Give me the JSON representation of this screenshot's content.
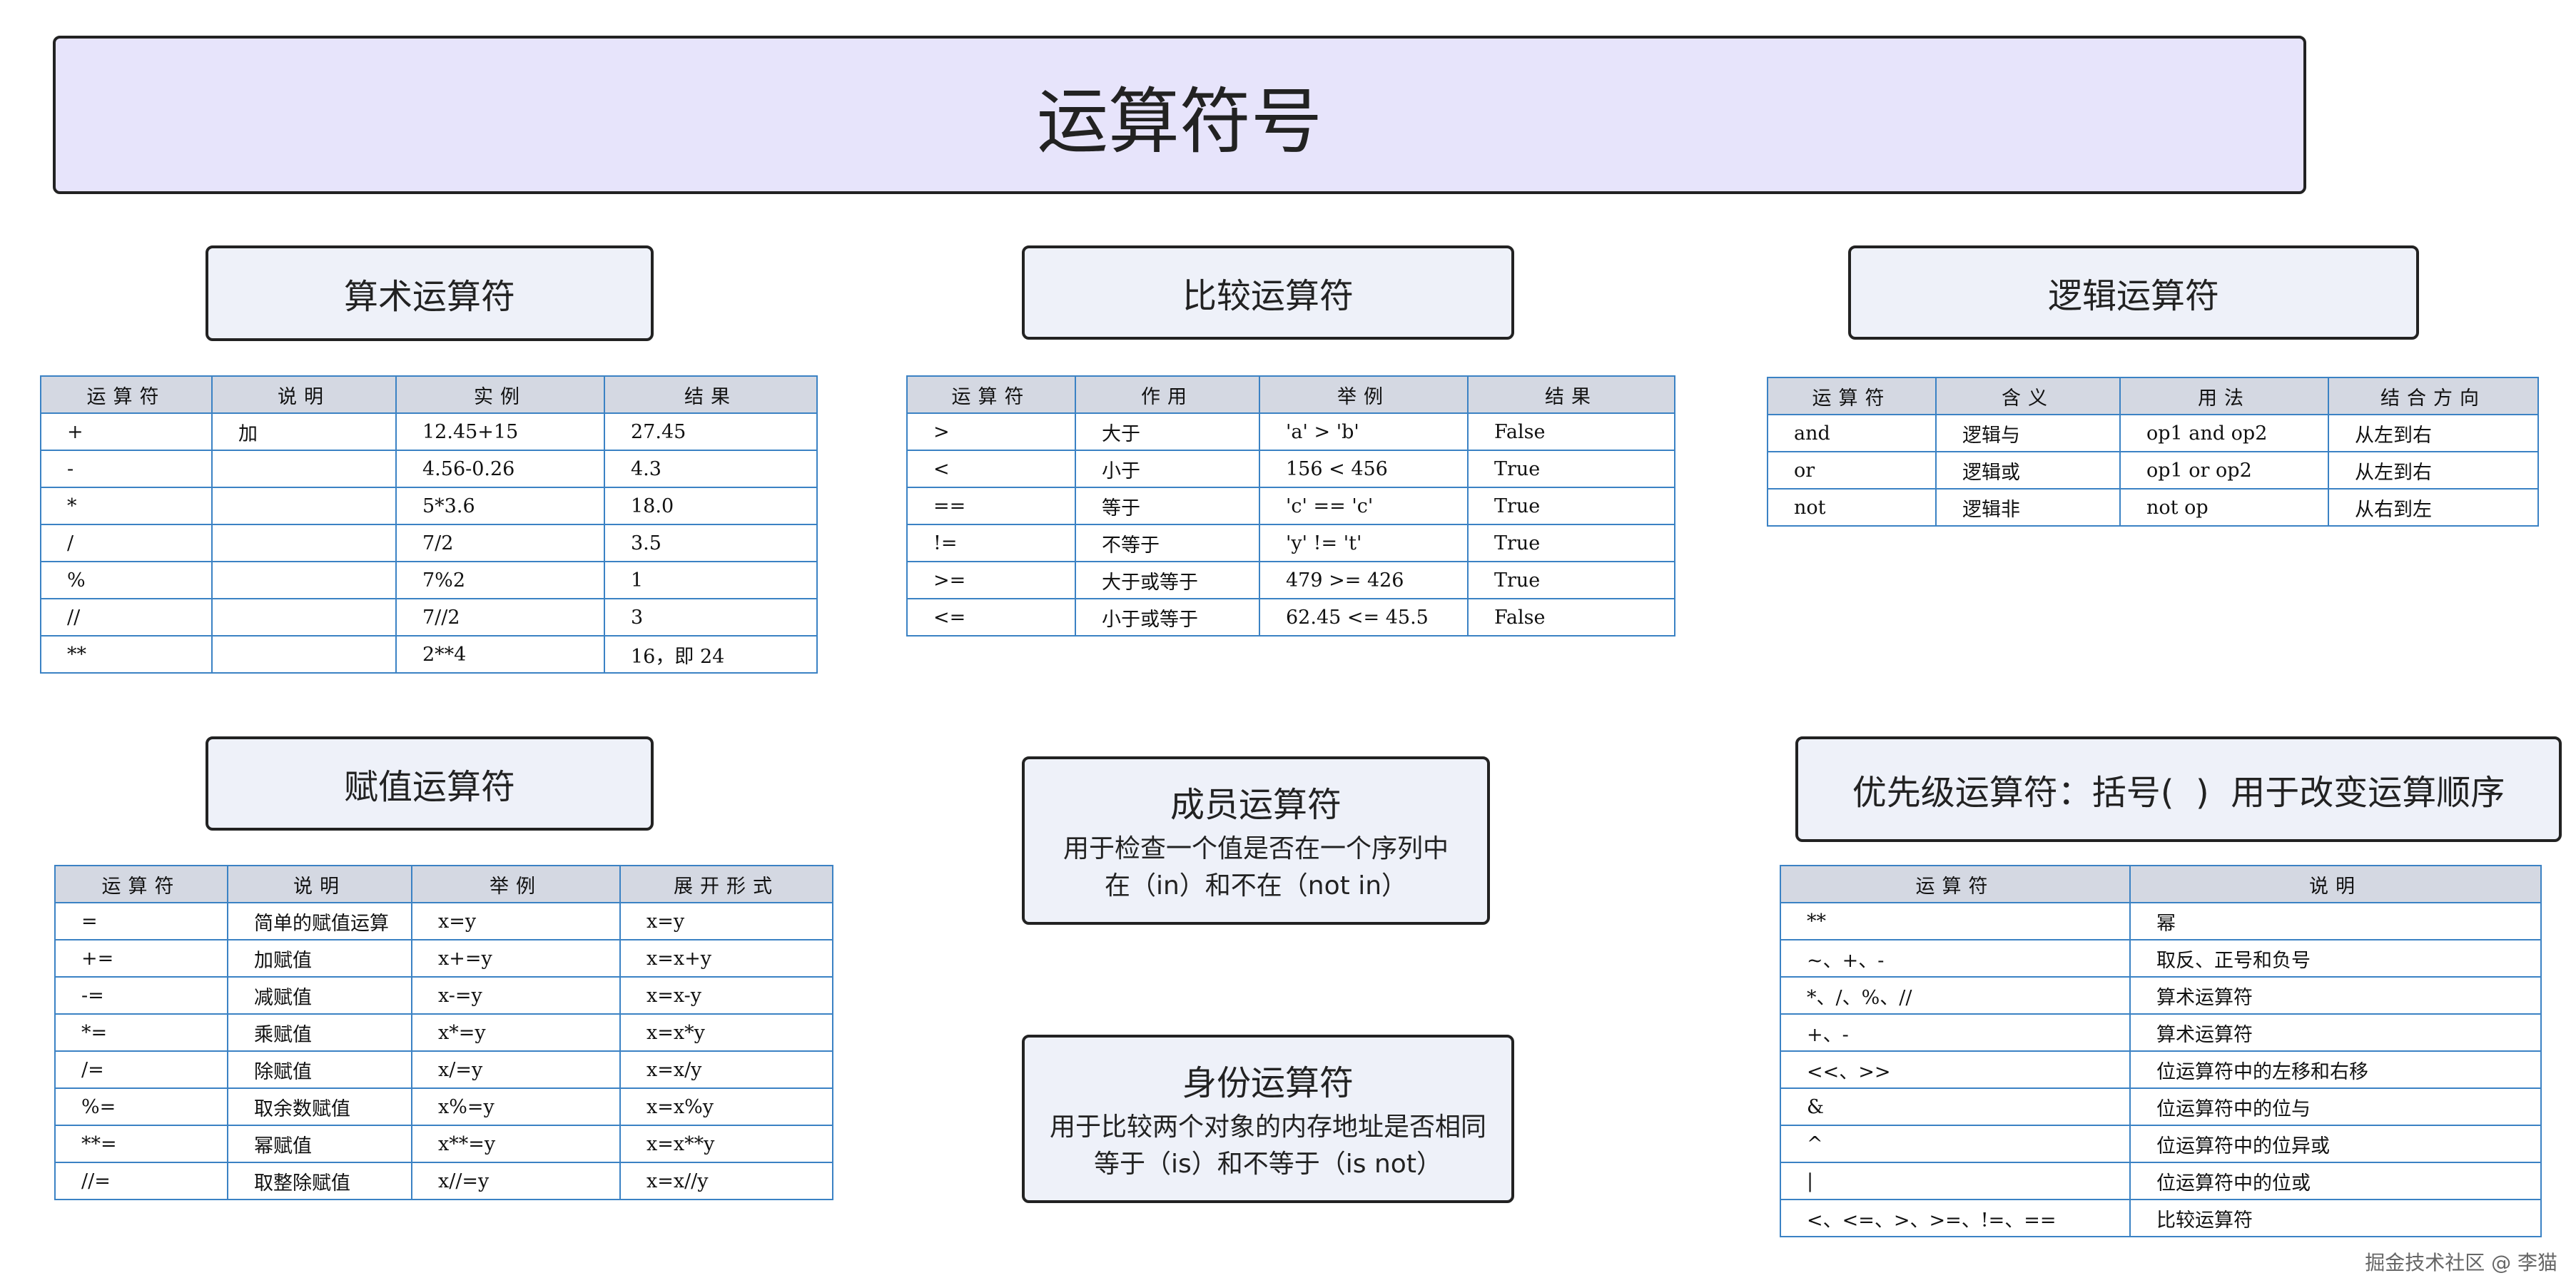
{
  "title": "运算符号",
  "arith": {
    "label": "算术运算符",
    "headers": [
      "运算符",
      "说明",
      "实例",
      "结果"
    ],
    "rows": [
      [
        "+",
        "加",
        "12.45+15",
        "27.45"
      ],
      [
        "-",
        "",
        "4.56-0.26",
        "4.3"
      ],
      [
        "*",
        "",
        "5*3.6",
        "18.0"
      ],
      [
        "/",
        "",
        "7/2",
        "3.5"
      ],
      [
        "%",
        "",
        "7%2",
        "1"
      ],
      [
        "//",
        "",
        "7//2",
        "3"
      ],
      [
        "**",
        "",
        "2**4",
        "16，即 24"
      ]
    ]
  },
  "compare": {
    "label": "比较运算符",
    "headers": [
      "运算符",
      "作用",
      "举例",
      "结果"
    ],
    "rows": [
      [
        ">",
        "大于",
        "'a' > 'b'",
        "False"
      ],
      [
        "<",
        "小于",
        "156 < 456",
        "True"
      ],
      [
        "==",
        "等于",
        "'c' == 'c'",
        "True"
      ],
      [
        "!=",
        "不等于",
        "'y' != 't'",
        "True"
      ],
      [
        ">=",
        "大于或等于",
        "479 >= 426",
        "True"
      ],
      [
        "<=",
        "小于或等于",
        "62.45 <= 45.5",
        "False"
      ]
    ]
  },
  "logic": {
    "label": "逻辑运算符",
    "headers": [
      "运算符",
      "含义",
      "用法",
      "结合方向"
    ],
    "rows": [
      [
        "and",
        "逻辑与",
        "op1 and op2",
        "从左到右"
      ],
      [
        "or",
        "逻辑或",
        "op1 or op2",
        "从左到右"
      ],
      [
        "not",
        "逻辑非",
        "not op",
        "从右到左"
      ]
    ]
  },
  "assign": {
    "label": "赋值运算符",
    "headers": [
      "运算符",
      "说明",
      "举例",
      "展开形式"
    ],
    "rows": [
      [
        "=",
        "简单的赋值运算",
        "x=y",
        "x=y"
      ],
      [
        "+=",
        "加赋值",
        "x+=y",
        "x=x+y"
      ],
      [
        "-=",
        "减赋值",
        "x-=y",
        "x=x-y"
      ],
      [
        "*=",
        "乘赋值",
        "x*=y",
        "x=x*y"
      ],
      [
        "/=",
        "除赋值",
        "x/=y",
        "x=x/y"
      ],
      [
        "%=",
        "取余数赋值",
        "x%=y",
        "x=x%y"
      ],
      [
        "**=",
        "幂赋值",
        "x**=y",
        "x=x**y"
      ],
      [
        "//=",
        "取整除赋值",
        "x//=y",
        "x=x//y"
      ]
    ]
  },
  "member": {
    "label": "成员运算符",
    "line1": "用于检查一个值是否在一个序列中",
    "line2": "在（in）和不在（not in）"
  },
  "identity": {
    "label": "身份运算符",
    "line1": "用于比较两个对象的内存地址是否相同",
    "line2": "等于（is）和不等于（is not）"
  },
  "priority": {
    "label": "优先级运算符：括号(  )  用于改变运算顺序",
    "headers": [
      "运算符",
      "说明"
    ],
    "rows": [
      [
        "**",
        "幂"
      ],
      [
        "~、+、-",
        "取反、正号和负号"
      ],
      [
        "*、/、%、//",
        "算术运算符"
      ],
      [
        "+、-",
        "算术运算符"
      ],
      [
        "<<、>>",
        "位运算符中的左移和右移"
      ],
      [
        "&",
        "位运算符中的位与"
      ],
      [
        "^",
        "位运算符中的位异或"
      ],
      [
        "|",
        "位运算符中的位或"
      ],
      [
        "<、<=、>、>=、!=、==",
        "比较运算符"
      ]
    ]
  },
  "watermark": "掘金技术社区 @ 李猫"
}
